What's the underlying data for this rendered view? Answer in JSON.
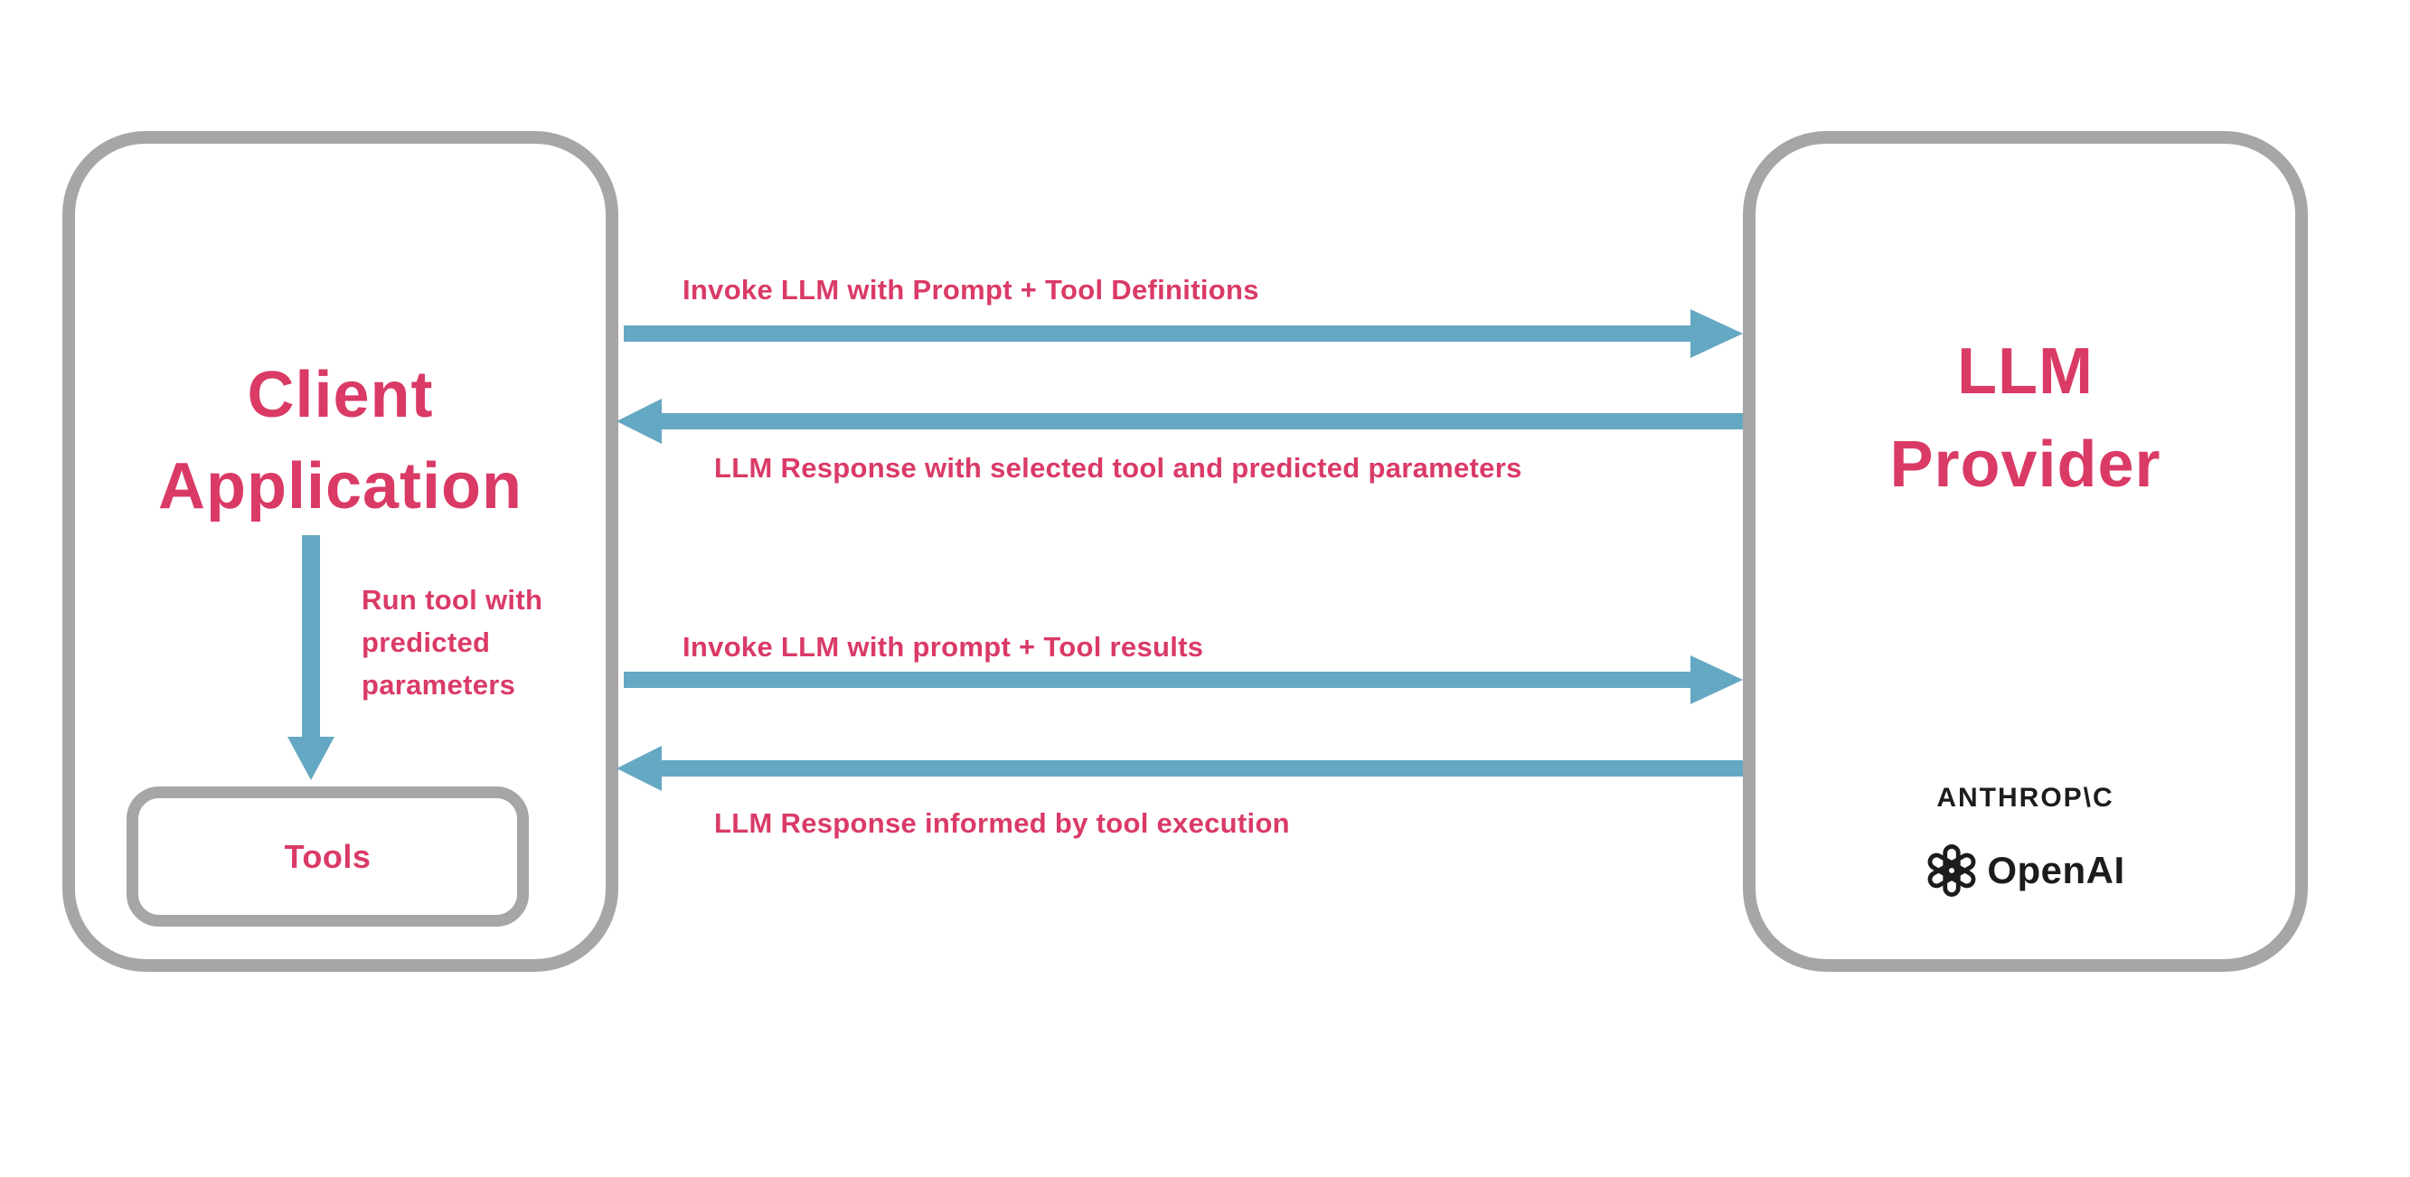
{
  "theme": {
    "pink": "#da3a66",
    "blue": "#65a8c3",
    "gray": "#a6a6a6",
    "ink": "#1c1c1c",
    "bg": "#ffffff"
  },
  "client_box": {
    "title_line1": "Client",
    "title_line2": "Application",
    "tools_label": "Tools"
  },
  "provider_box": {
    "title_line1": "LLM",
    "title_line2": "Provider",
    "logos": [
      {
        "name": "anthropic",
        "text": "ANTHROP\\C"
      },
      {
        "name": "openai",
        "text": "OpenAI"
      }
    ]
  },
  "flows": [
    {
      "label": "Invoke LLM with Prompt + Tool Definitions",
      "direction": "right"
    },
    {
      "label": "LLM Response with selected tool and predicted parameters",
      "direction": "left"
    },
    {
      "label": "Invoke LLM with prompt + Tool results",
      "direction": "right"
    },
    {
      "label": "LLM Response informed by tool execution",
      "direction": "left"
    }
  ],
  "tool_run": {
    "label": "Run tool with predicted parameters",
    "direction": "down"
  }
}
